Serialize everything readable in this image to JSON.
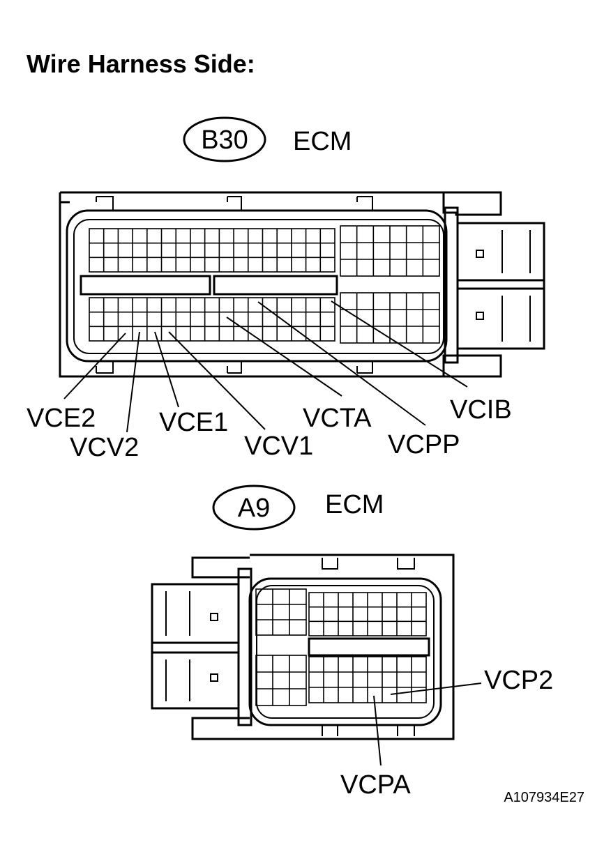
{
  "title": "Wire Harness Side:",
  "connectors": [
    {
      "id": "B30",
      "name": "ECM",
      "pin_labels": [
        "VCE2",
        "VCV2",
        "VCE1",
        "VCV1",
        "VCTA",
        "VCPP",
        "VCIB"
      ]
    },
    {
      "id": "A9",
      "name": "ECM",
      "pin_labels": [
        "VCP2",
        "VCPA"
      ]
    }
  ],
  "figure_code": "A107934E27",
  "colors": {
    "line": "#000000",
    "background": "#ffffff"
  }
}
